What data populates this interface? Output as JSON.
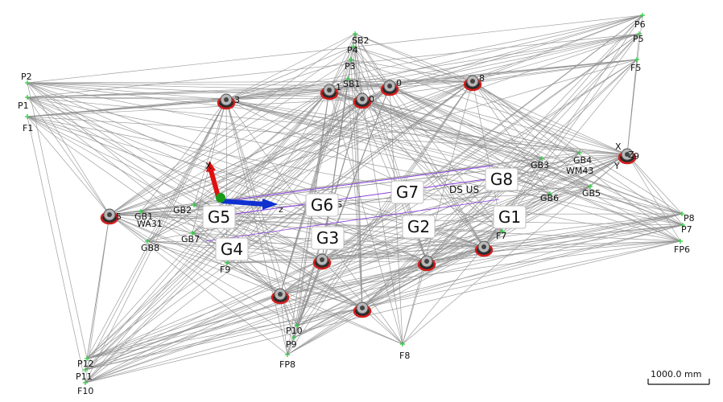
{
  "points": [
    {
      "id": "P2",
      "label": "P2"
    },
    {
      "id": "P1",
      "label": "P1"
    },
    {
      "id": "F1",
      "label": "F1"
    },
    {
      "id": "SB2",
      "label": "SB2"
    },
    {
      "id": "P4",
      "label": "P4"
    },
    {
      "id": "P3",
      "label": "P3"
    },
    {
      "id": "SB1",
      "label": "SB1"
    },
    {
      "id": "P6",
      "label": "P6"
    },
    {
      "id": "P5",
      "label": "P5"
    },
    {
      "id": "F5",
      "label": "F5"
    },
    {
      "id": "GB3",
      "label": "GB3"
    },
    {
      "id": "GB4",
      "label": "GB4"
    },
    {
      "id": "GB5",
      "label": "GB5"
    },
    {
      "id": "GB6",
      "label": "GB6"
    },
    {
      "id": "P8",
      "label": "P8"
    },
    {
      "id": "P7",
      "label": "P7"
    },
    {
      "id": "FP6",
      "label": "FP6"
    },
    {
      "id": "F7",
      "label": "F7"
    },
    {
      "id": "GB1",
      "label": "GB1"
    },
    {
      "id": "GB2",
      "label": "GB2"
    },
    {
      "id": "GB7",
      "label": "GB7"
    },
    {
      "id": "GB8",
      "label": "GB8"
    },
    {
      "id": "F9",
      "label": "F9"
    },
    {
      "id": "P10",
      "label": "P10"
    },
    {
      "id": "P9",
      "label": "P9"
    },
    {
      "id": "FP8",
      "label": "FP8"
    },
    {
      "id": "F8",
      "label": "F8"
    },
    {
      "id": "P12",
      "label": "P12"
    },
    {
      "id": "P11",
      "label": "P11"
    },
    {
      "id": "F10",
      "label": "F10"
    }
  ],
  "groups": [
    {
      "id": "G5",
      "label": "G5"
    },
    {
      "id": "G6",
      "label": "G6"
    },
    {
      "id": "G7",
      "label": "G7"
    },
    {
      "id": "G8",
      "label": "G8"
    },
    {
      "id": "G4",
      "label": "G4"
    },
    {
      "id": "G3",
      "label": "G3"
    },
    {
      "id": "G2",
      "label": "G2"
    },
    {
      "id": "G1",
      "label": "G1"
    }
  ],
  "cameras": [
    {
      "id": "c1"
    },
    {
      "id": "c2"
    },
    {
      "id": "c3"
    },
    {
      "id": "c4"
    },
    {
      "id": "c5"
    },
    {
      "id": "c6"
    },
    {
      "id": "c7"
    },
    {
      "id": "c8"
    },
    {
      "id": "c9"
    },
    {
      "id": "c10"
    },
    {
      "id": "c11"
    },
    {
      "id": "c12"
    }
  ],
  "camera_labels": {
    "c1": "5",
    "c2": "3",
    "c3": "1",
    "c4": "0",
    "c5": "0",
    "c6": "8",
    "c7": "9"
  },
  "misc_labels": {
    "ds_us": "DS US",
    "s": "S",
    "wm_left": "WA31",
    "wm_right": "WM43"
  },
  "axes": {
    "x": "X",
    "z": "z",
    "y": "Y",
    "x2": "X",
    "z2": "Z"
  },
  "scale_bar": {
    "label": "1000.0 mm"
  },
  "colors": {
    "ray": "#8e8e8e",
    "point": "#2ecc40",
    "camera_ring": "#d21f1f",
    "axis_x": "#e01010",
    "axis_z": "#1030d0",
    "origin": "#1a9a1a",
    "guide": "#8a3ee0"
  }
}
